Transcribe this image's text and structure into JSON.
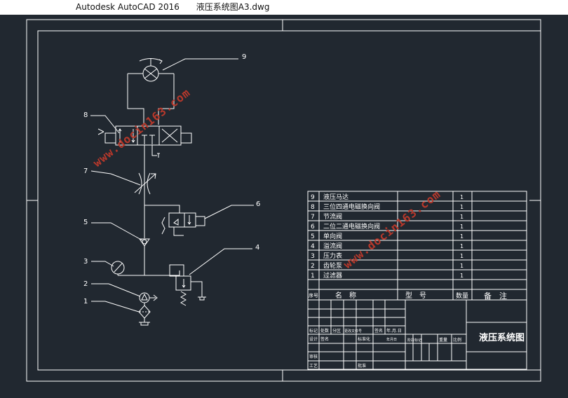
{
  "window": {
    "app_title": "Autodesk AutoCAD 2016",
    "file_name": "液压系统图A3.dwg"
  },
  "colors": {
    "canvas_bg": "#212830",
    "line": "#ffffff",
    "watermark": "#c0392b"
  },
  "callouts": [
    "1",
    "2",
    "3",
    "4",
    "5",
    "6",
    "7",
    "8",
    "9"
  ],
  "parts_list": {
    "rows": [
      {
        "no": "9",
        "name": "液压马达",
        "qty": "1"
      },
      {
        "no": "8",
        "name": "三位四通电磁换向阀",
        "qty": "1"
      },
      {
        "no": "7",
        "name": "节流阀",
        "qty": "1"
      },
      {
        "no": "6",
        "name": "二位二通电磁换向阀",
        "qty": "1"
      },
      {
        "no": "5",
        "name": "单向阀",
        "qty": "1"
      },
      {
        "no": "4",
        "name": "溢流阀",
        "qty": "1"
      },
      {
        "no": "3",
        "name": "压力表",
        "qty": "1"
      },
      {
        "no": "2",
        "name": "齿轮泵",
        "qty": "1"
      },
      {
        "no": "1",
        "name": "过滤器",
        "qty": "1"
      }
    ],
    "header": {
      "no": "序号",
      "name": "名　称",
      "model": "型　号",
      "qty": "数量",
      "remark": "备　注"
    }
  },
  "title_block": {
    "drawing_title": "液压系统图",
    "row_labels": [
      "标记",
      "处数",
      "分区",
      "更改文件号",
      "签名",
      "年.月.日"
    ],
    "design_labels": [
      "设计",
      "签名",
      "标准化",
      "年月日"
    ],
    "stage_labels": [
      "阶段标记",
      "重量",
      "比例"
    ],
    "review_label": "审核",
    "process_label": "工艺",
    "approve_label": "批准"
  },
  "watermark_text": "www.docin163.com"
}
